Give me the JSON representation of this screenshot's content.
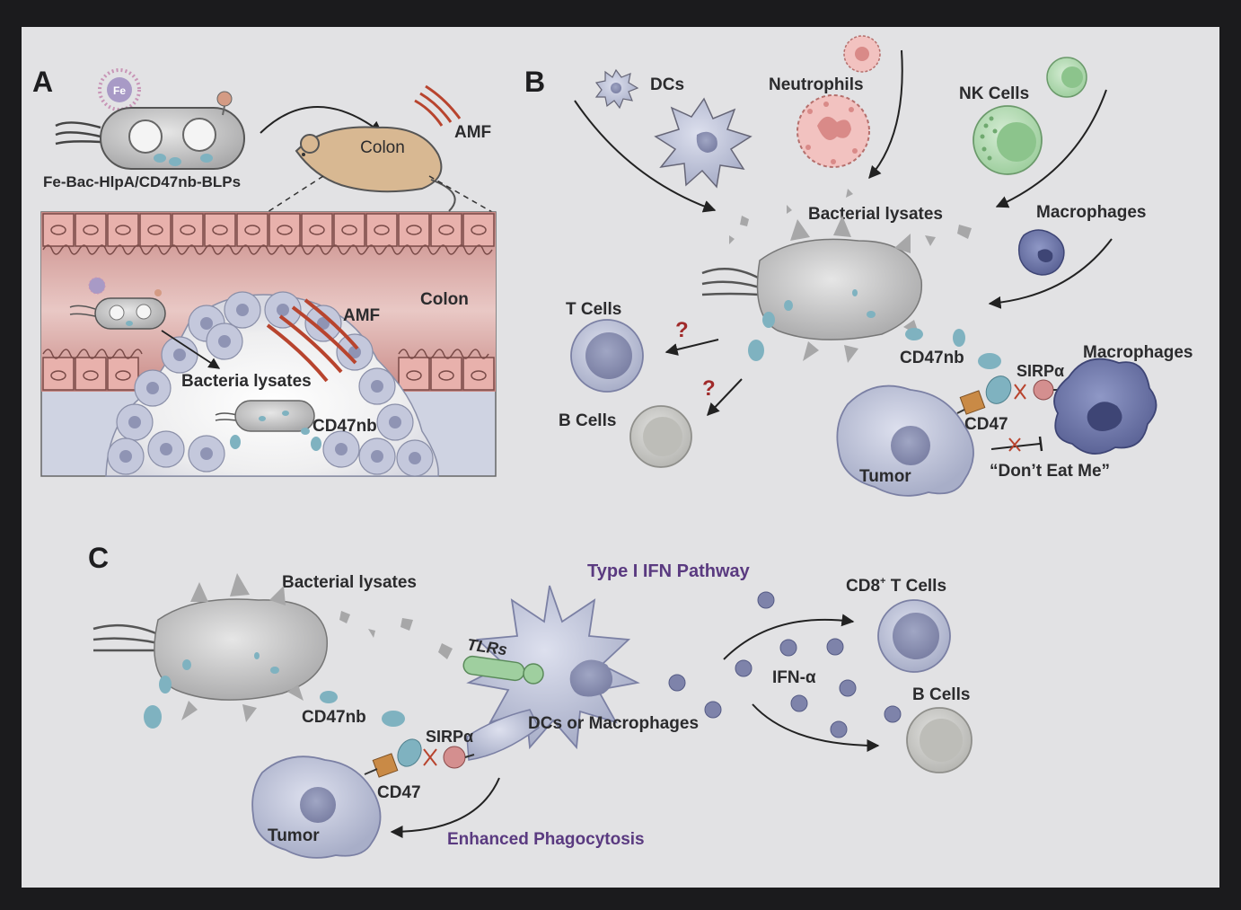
{
  "panels": {
    "a": {
      "letter": "A"
    },
    "b": {
      "letter": "B"
    },
    "c": {
      "letter": "C"
    }
  },
  "panel_a": {
    "fe_label": "Fe",
    "construct_label": "Fe-Bac-HlpA/CD47nb-BLPs",
    "mouse_label": "Colon",
    "amf_top": "AMF",
    "tissue_colon_label": "Colon",
    "amf_inner": "AMF",
    "lysates_label": "Bacteria lysates",
    "cd47nb_label": "CD47nb"
  },
  "panel_b": {
    "dcs": "DCs",
    "neutrophils": "Neutrophils",
    "nk_cells": "NK Cells",
    "bacterial_lysates": "Bacterial lysates",
    "macrophages_top": "Macrophages",
    "t_cells": "T Cells",
    "b_cells": "B Cells",
    "question_1": "?",
    "question_2": "?",
    "cd47nb": "CD47nb",
    "sirpa": "SIRPα",
    "macrophages_right": "Macrophages",
    "cd47": "CD47",
    "tumor": "Tumor",
    "dont_eat_me": "“Don’t Eat Me”"
  },
  "panel_c": {
    "bacterial_lysates": "Bacterial lysates",
    "type1_ifn": "Type I IFN Pathway",
    "cd8_prefix": "CD8",
    "cd8_sup": "+",
    "cd8_suffix": " T Cells",
    "tlrs": "TLRs",
    "ifn_alpha": "IFN-α",
    "b_cells": "B Cells",
    "dcs_or_macrophages": "DCs or Macrophages",
    "cd47nb": "CD47nb",
    "sirpa": "SIRPα",
    "cd47": "CD47",
    "tumor": "Tumor",
    "enhanced_phagocytosis": "Enhanced Phagocytosis"
  },
  "colors": {
    "frame_bg": "#1b1b1d",
    "panel_bg": "#e2e2e4",
    "text": "#2b2b2d",
    "purple_text": "#5a3a80",
    "tissue_pink": "#c98a86",
    "cell_blue": "#b9bfd6",
    "cd47nb_teal": "#7fb2c0",
    "amf_red": "#b8442e",
    "question_red": "#a02a2a"
  }
}
